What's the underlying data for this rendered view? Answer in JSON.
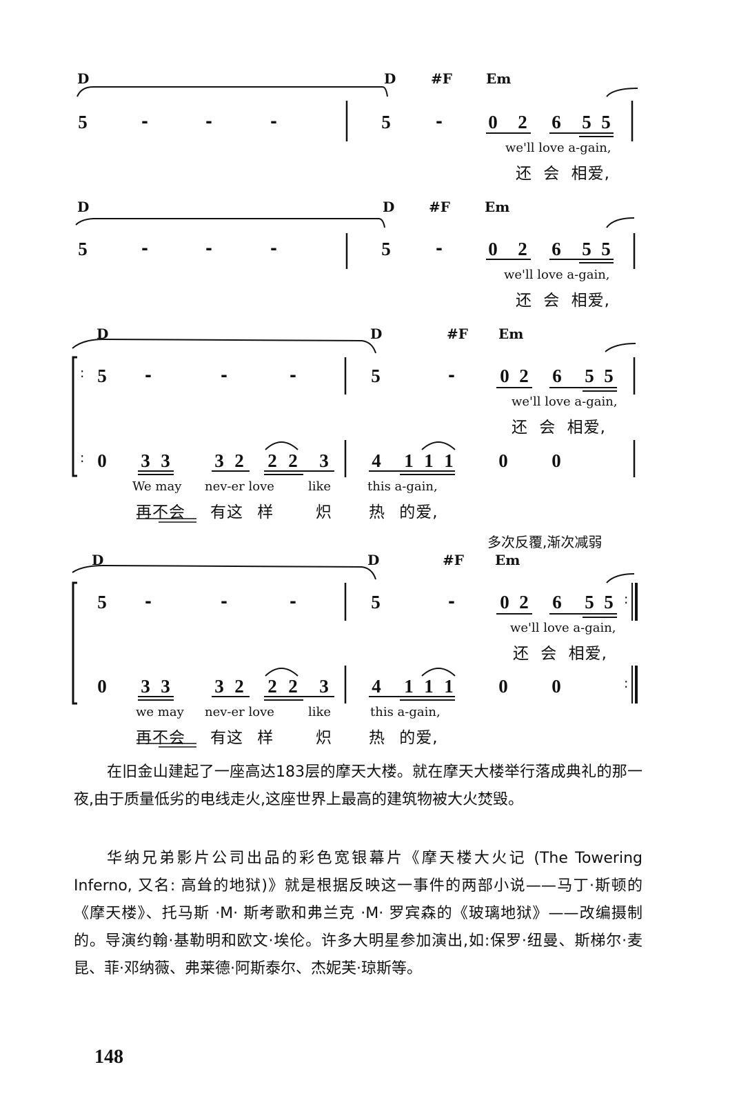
{
  "score": {
    "systems": [
      {
        "chords": [
          "D",
          "D",
          "#F",
          "Em"
        ],
        "notes": [
          "5",
          "-",
          "-",
          "-",
          "5",
          "-",
          "0",
          "2",
          "6",
          "5",
          "5"
        ],
        "lyrics_en": "we'll love a-gain,",
        "lyrics_zh": "还 会 相爱,"
      },
      {
        "chords": [
          "D",
          "D",
          "#F",
          "Em"
        ],
        "notes": [
          "5",
          "-",
          "-",
          "-",
          "5",
          "-",
          "0",
          "2",
          "6",
          "5",
          "5"
        ],
        "lyrics_en": "we'll love a-gain,",
        "lyrics_zh": "还 会 相爱,"
      },
      {
        "chords": [
          "D",
          "D",
          "#F",
          "Em"
        ],
        "upper_notes": [
          "5",
          "-",
          "-",
          "-",
          "5",
          "-",
          "0",
          "2",
          "6",
          "5",
          "5"
        ],
        "upper_lyrics_en": "we'll love a-gain,",
        "upper_lyrics_zh": "还 会 相爱,",
        "lower_notes": [
          "0",
          "3",
          "3",
          "3",
          "2",
          "2",
          "2",
          "3",
          "4",
          "1",
          "1",
          "1",
          "0",
          "0"
        ],
        "lower_lyrics_en": [
          "We may",
          "nev-er love",
          "like",
          "this a-gain,"
        ],
        "lower_lyrics_zh": [
          "再不会",
          "有这 样",
          "炽",
          "热 的爱,"
        ]
      },
      {
        "performance_note": "多次反覆,渐次减弱",
        "chords": [
          "D",
          "D",
          "#F",
          "Em"
        ],
        "upper_notes": [
          "5",
          "-",
          "-",
          "-",
          "5",
          "-",
          "0",
          "2",
          "6",
          "5",
          "5"
        ],
        "upper_lyrics_en": "we'll love a-gain,",
        "upper_lyrics_zh": "还 会 相爱,",
        "lower_notes": [
          "0",
          "3",
          "3",
          "3",
          "2",
          "2",
          "2",
          "3",
          "4",
          "1",
          "1",
          "1",
          "0",
          "0"
        ],
        "lower_lyrics_en": [
          "we may",
          "nev-er love",
          "like",
          "this a-gain,"
        ],
        "lower_lyrics_zh": [
          "再不会",
          "有这 样",
          "炽",
          "热 的爱,"
        ]
      }
    ]
  },
  "text": {
    "paragraph1": "在旧金山建起了一座高达183层的摩天大楼。就在摩天大楼举行落成典礼的那一夜,由于质量低劣的电线走火,这座世界上最高的建筑物被大火焚毁。",
    "paragraph2": "华纳兄弟影片公司出品的彩色宽银幕片《摩天楼大火记 (The Towering Inferno, 又名: 高耸的地狱)》就是根据反映这一事件的两部小说——马丁·斯顿的《摩天楼》、托马斯 ·M· 斯考歌和弗兰克 ·M· 罗宾森的《玻璃地狱》——改编摄制的。导演约翰·基勒明和欧文·埃伦。许多大明星参加演出,如:保罗·纽曼、斯梯尔·麦昆、菲·邓纳薇、弗莱德·阿斯泰尔、杰妮芙·琼斯等。"
  },
  "page_number": "148"
}
